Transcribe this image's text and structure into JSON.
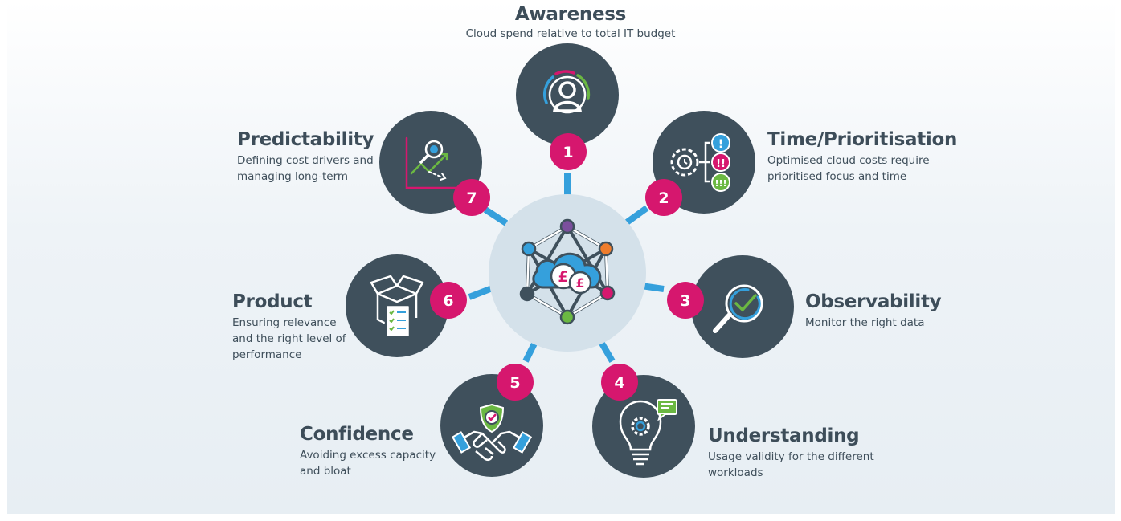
{
  "stages": [
    {
      "number": "1",
      "title": "Awareness",
      "description": "Cloud spend relative to total IT budget",
      "icon": "person-gauge-icon"
    },
    {
      "number": "2",
      "title": "Time/Prioritisation",
      "description": "Optimised cloud costs require prioritised focus and time",
      "icon": "clock-priority-icon"
    },
    {
      "number": "3",
      "title": "Observability",
      "description": "Monitor the right data",
      "icon": "magnifier-check-icon"
    },
    {
      "number": "4",
      "title": "Understanding",
      "description": "Usage validity for the different workloads",
      "icon": "lightbulb-gear-icon"
    },
    {
      "number": "5",
      "title": "Confidence",
      "description": "Avoiding excess capacity and bloat",
      "icon": "handshake-shield-icon"
    },
    {
      "number": "6",
      "title": "Product",
      "description": "Ensuring relevance and the right level of performance",
      "icon": "box-checklist-icon"
    },
    {
      "number": "7",
      "title": "Predictability",
      "description": "Defining cost drivers and managing long-term",
      "icon": "trend-chart-icon"
    }
  ],
  "hub": {
    "icon": "cloud-network-pound-icon",
    "symbol": "£"
  },
  "colors": {
    "circle": "#3f505c",
    "hub": "#d4e1ea",
    "badge": "#d6176e",
    "connector": "#35a0dc",
    "node_purple": "#7b4f9d",
    "node_orange": "#ef7d2d",
    "node_pink": "#d6176e",
    "node_green": "#6bb842",
    "node_dark": "#3f505c",
    "node_blue": "#35a0dc"
  }
}
